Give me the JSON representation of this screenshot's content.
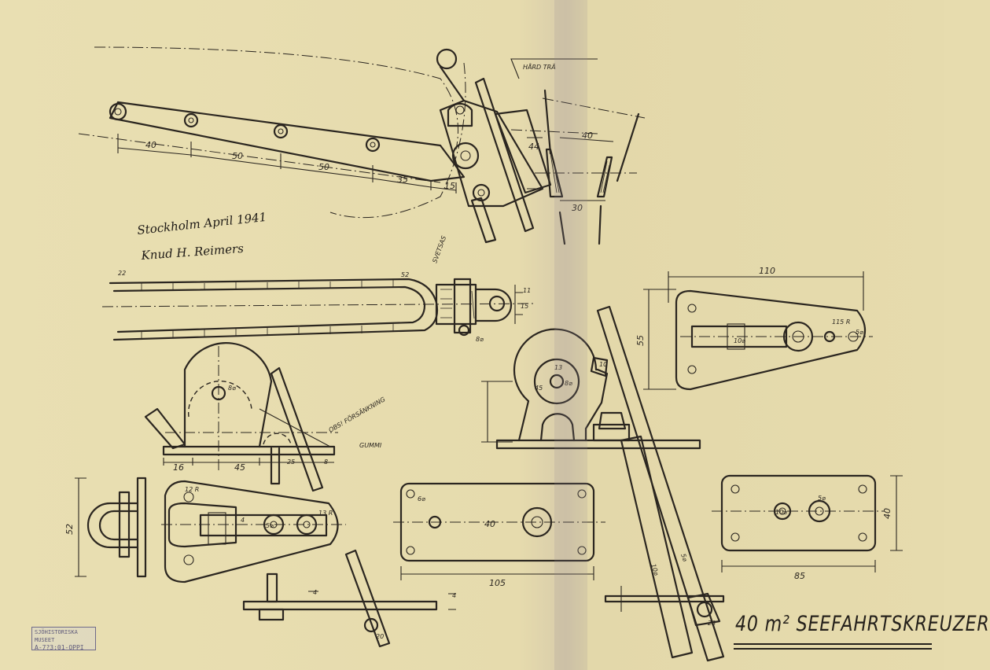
{
  "title": {
    "main": "40 m² SEEFAHRTSKREUZER"
  },
  "signature": {
    "place_date": "Stockholm April 1941",
    "name": "Knud H. Reimers"
  },
  "stamp": {
    "line1": "SJÖHISTORISKA MUSEET",
    "line2": "A-7?3:01-OPPI"
  },
  "labels": {
    "hard_wood": "HÅRD TRÄ",
    "svetsas": "SVETSAS",
    "rubber": "GUMMI",
    "reinforcement": "OBS! FÖRSÄNKNING"
  },
  "dims": {
    "top_40": "40",
    "top_50a": "50",
    "top_50b": "50",
    "top_35": "35",
    "top_15": "15",
    "right_40": "40",
    "right_30": "30",
    "top_44": "44",
    "mid_110": "110",
    "mid_55": "55",
    "mid_115r": "115 R",
    "mid_5d": "5⌀",
    "mid_10d": "10⌀",
    "b_85": "85",
    "b_40": "40",
    "b_105": "105",
    "b_40r": "40",
    "c_16": "16",
    "c_45": "45",
    "c_25": "25",
    "c_8": "8",
    "c_8d": "8⌀",
    "c_13": "13",
    "c_10": "10",
    "c_45b": "45",
    "e_52": "52",
    "e_12r": "12 R",
    "e_13r": "13 R",
    "e_5d": "5⌀",
    "e_4": "4",
    "g_10d": "10⌀",
    "g_5d": "5⌀",
    "g_4": "4",
    "g_23": "23",
    "g_20": "20",
    "a_22": "22",
    "a_52": "52",
    "a_15": "15",
    "a_11": "11",
    "f_6d": "6⌀",
    "f_8d": "8⌀",
    "f_5d": "5⌀",
    "f_10d": "10⌀"
  }
}
